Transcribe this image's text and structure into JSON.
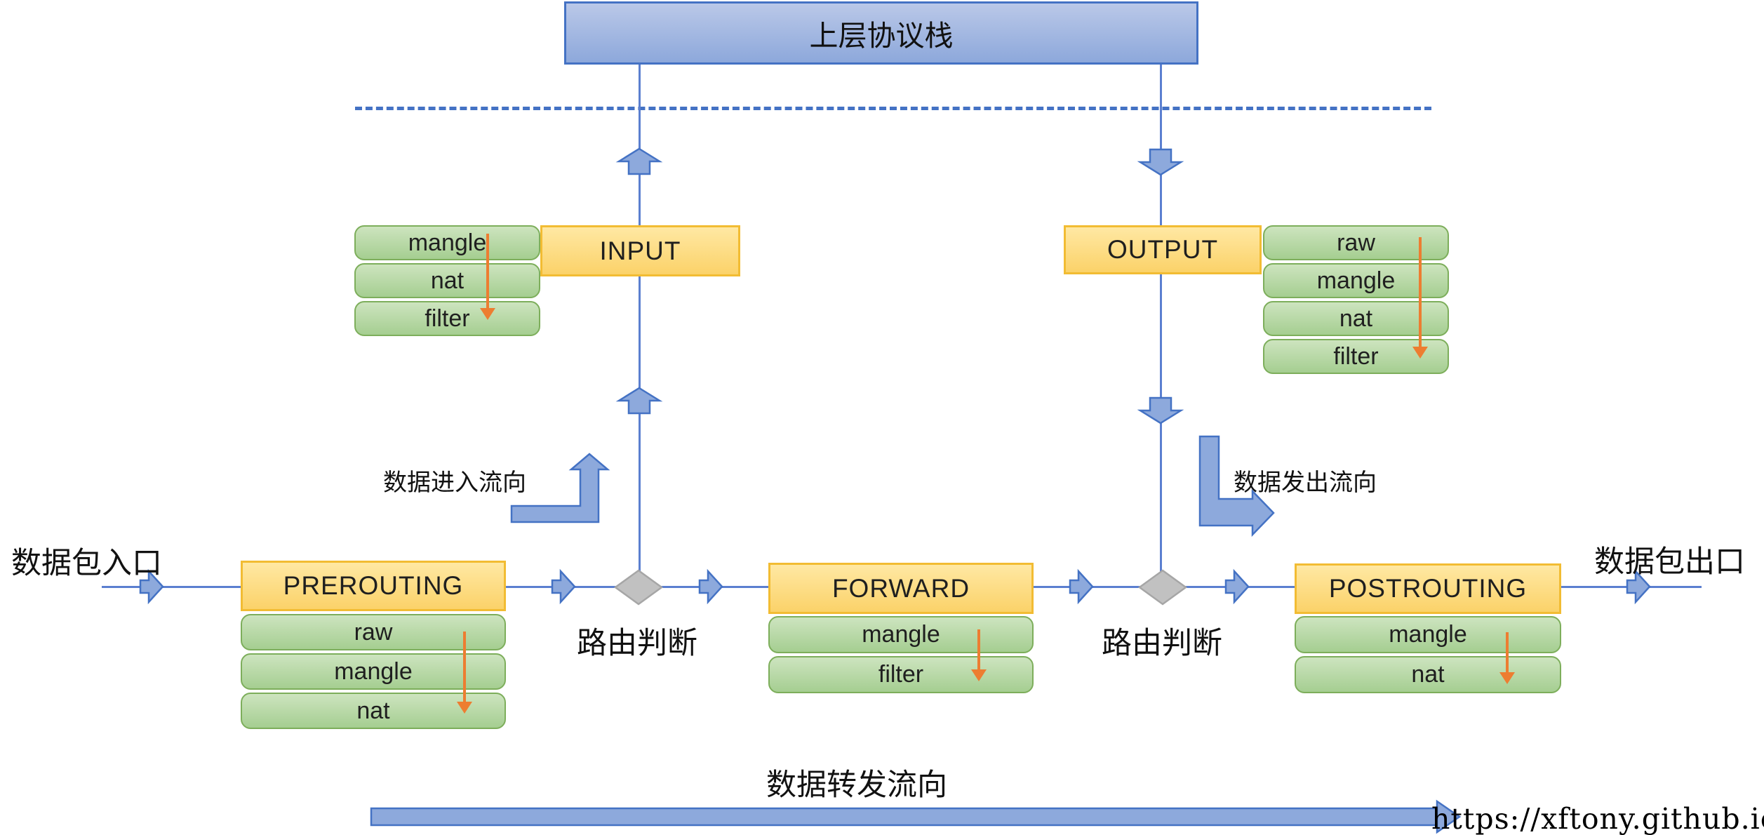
{
  "diagram": {
    "title": "上层协议栈",
    "watermark_url": "https://xftony.github.io/"
  },
  "labels": {
    "packet_in": "数据包入口",
    "packet_out": "数据包出口",
    "incoming_flow": "数据进入流向",
    "outgoing_flow": "数据发出流向",
    "forward_flow": "数据转发流向",
    "routing_decision": "路由判断"
  },
  "chains": {
    "input": {
      "label": "INPUT",
      "tables": [
        "mangle",
        "nat",
        "filter"
      ]
    },
    "output": {
      "label": "OUTPUT",
      "tables": [
        "raw",
        "mangle",
        "nat",
        "filter"
      ]
    },
    "prerouting": {
      "label": "PREROUTING",
      "tables": [
        "raw",
        "mangle",
        "nat"
      ]
    },
    "forward": {
      "label": "FORWARD",
      "tables": [
        "mangle",
        "filter"
      ]
    },
    "postrouting": {
      "label": "POSTROUTING",
      "tables": [
        "mangle",
        "nat"
      ]
    }
  },
  "colors": {
    "chain_fill": "#FFD966",
    "chain_border": "#F2BC33",
    "table_fill": "#A9D18E",
    "table_border": "#7DAE5B",
    "flow_blue_fill": "#8FAADC",
    "flow_blue_border": "#4472C4",
    "diamond_fill": "#BFBFBF",
    "diamond_border": "#A6A6A6",
    "table_arrow_orange": "#ED7D31"
  }
}
